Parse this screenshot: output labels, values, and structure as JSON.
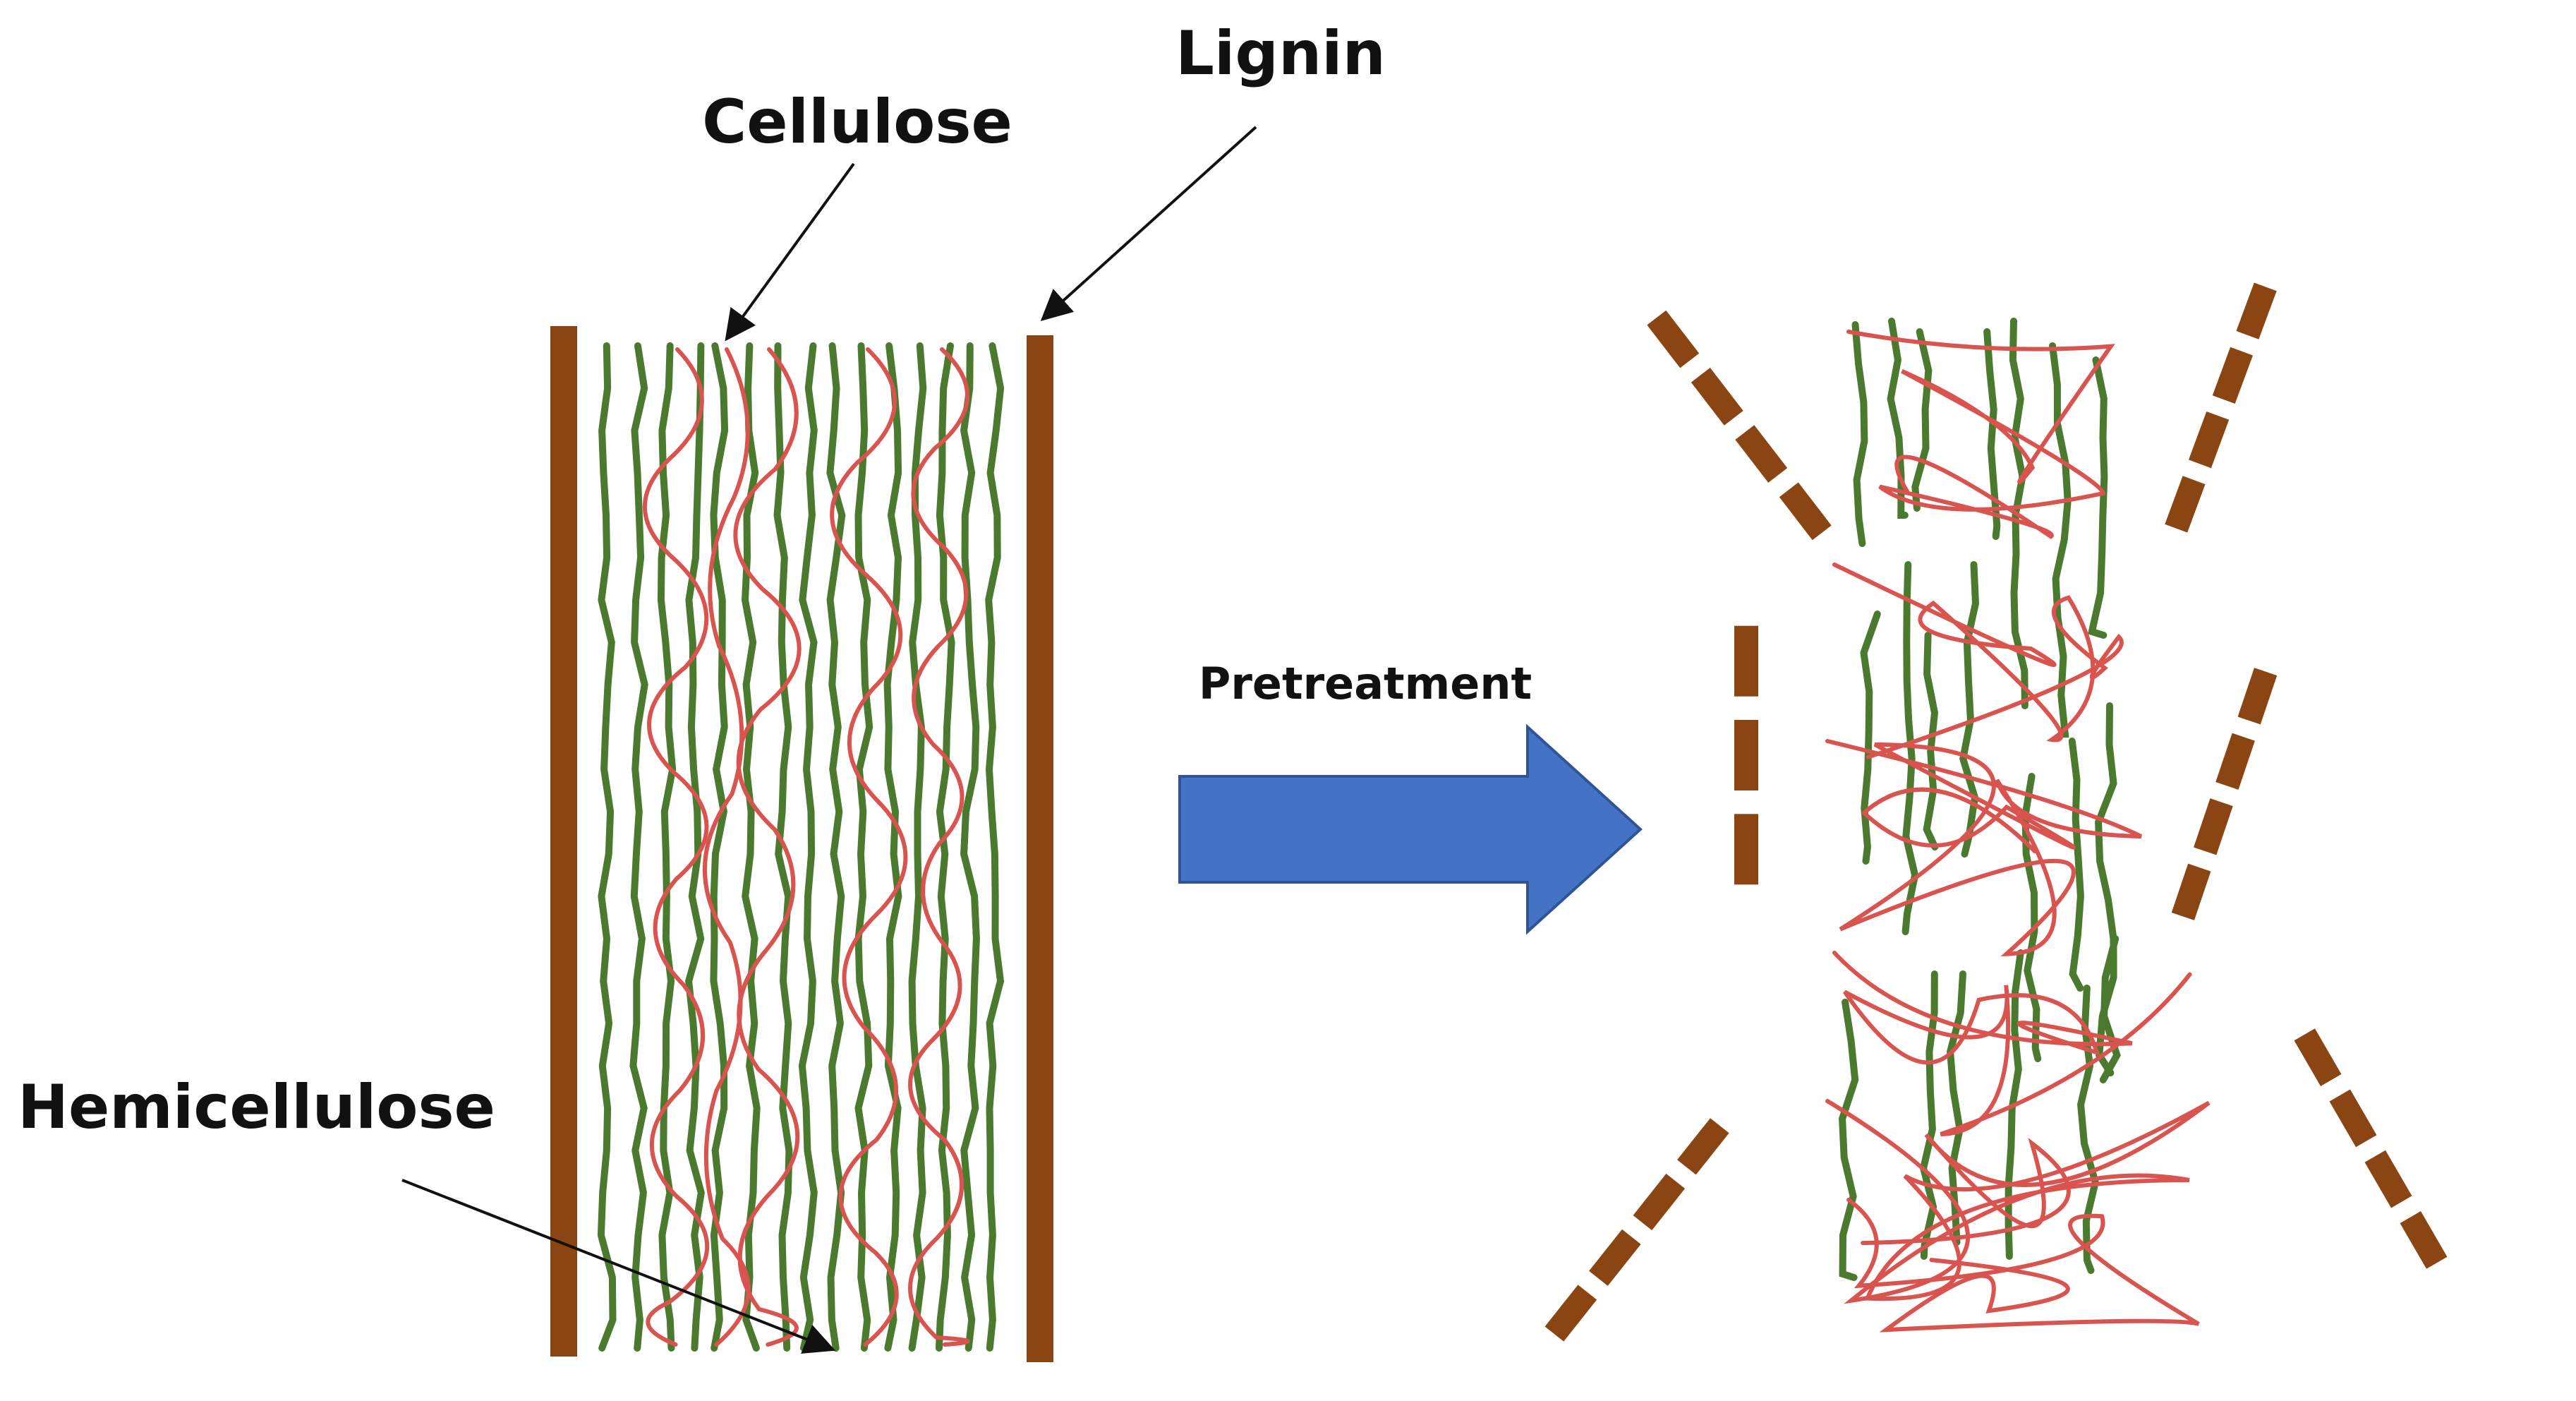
{
  "labels": {
    "cellulose": "Cellulose",
    "lignin": "Lignin",
    "hemicellulose": "Hemicellulose",
    "process": "Pretreatment"
  },
  "colors": {
    "lignin": "#8B4513",
    "cellulose": "#4a7a2e",
    "hemicellulose": "#d9534f",
    "arrow_fill": "#4472C4",
    "arrow_stroke": "#2F5597",
    "text": "#111111"
  }
}
